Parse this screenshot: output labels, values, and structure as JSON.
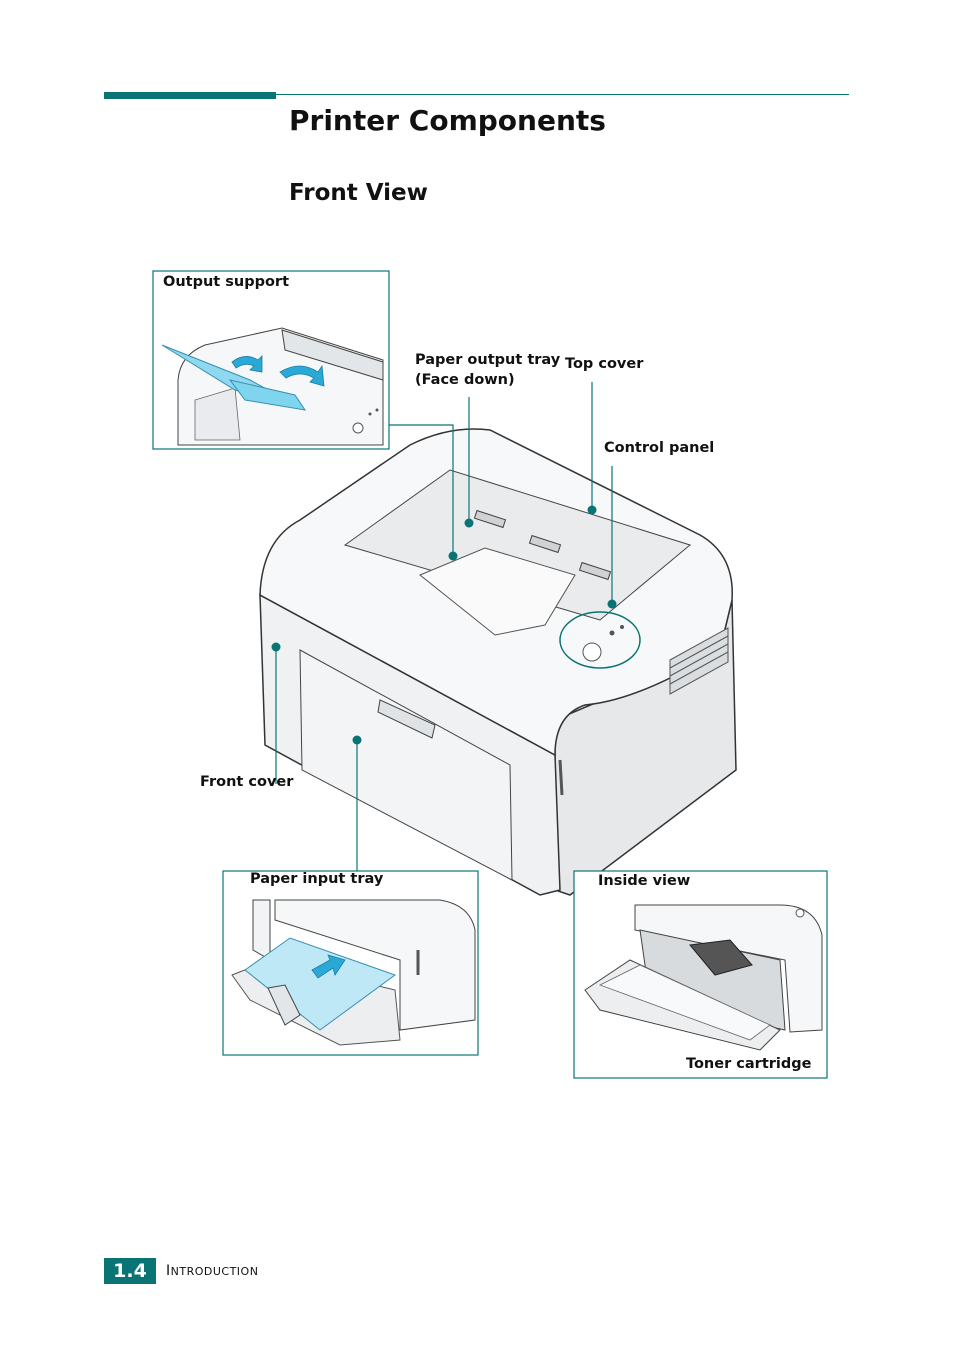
{
  "heading": "Printer Components",
  "subheading": "Front View",
  "labels": {
    "output_support": "Output support",
    "paper_output_tray": "Paper output tray",
    "face_down": "(Face down)",
    "top_cover": "Top cover",
    "control_panel": "Control panel",
    "front_cover": "Front cover",
    "paper_input_tray": "Paper input tray",
    "inside_view": "Inside view",
    "toner_cartridge": "Toner cartridge"
  },
  "footer": {
    "page_num": "1.4",
    "section_initial": "I",
    "section_rest": "NTRODUCTION"
  },
  "colors": {
    "accent": "#0a7474",
    "callout_dot": "#0a7474",
    "highlight_blue": "#7fd4ee"
  }
}
